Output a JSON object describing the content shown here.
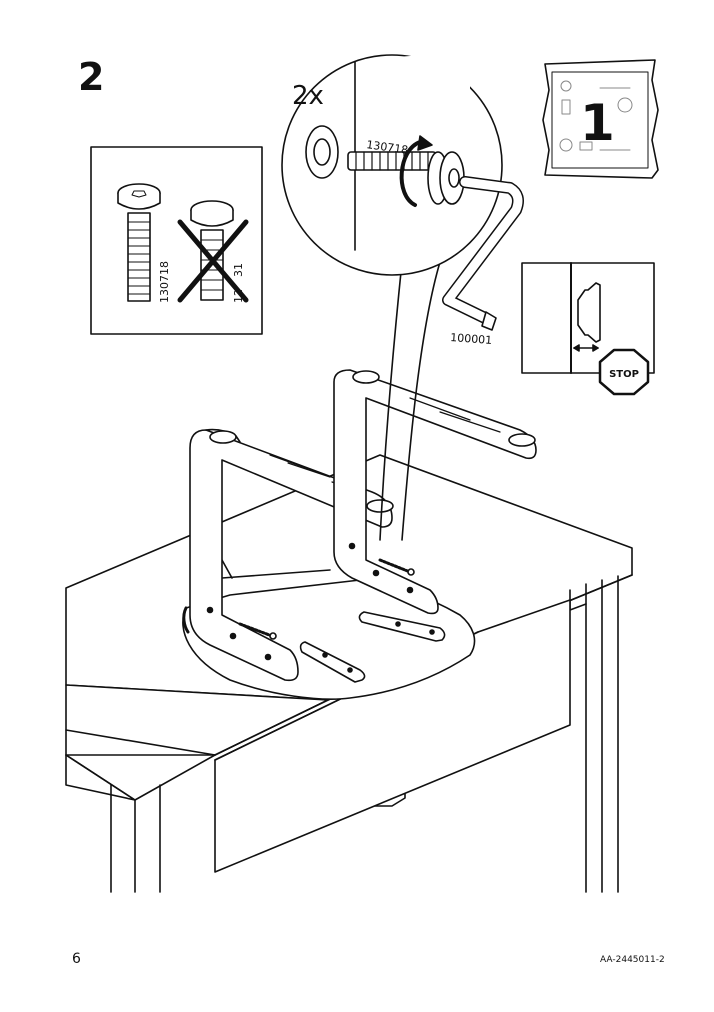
{
  "page": {
    "step_number": "2",
    "page_number": "6",
    "doc_code": "AA-2445011-2"
  },
  "detail_circle": {
    "quantity": "2x",
    "screw_part": "130718",
    "tool_part": "100001"
  },
  "screw_compare": {
    "correct_part": "130718",
    "wrong_part": "12",
    "wrong_part_tail": "31"
  },
  "booklet_icon": {
    "number": "1"
  },
  "stop_sign": {
    "label": "STOP"
  }
}
